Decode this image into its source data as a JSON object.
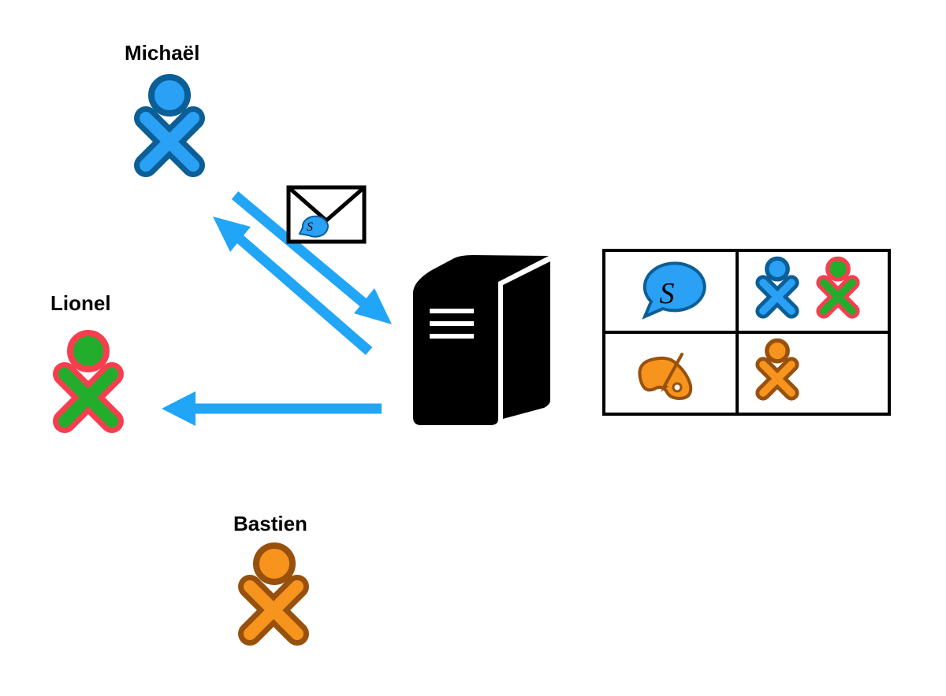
{
  "users": [
    {
      "id": "michael",
      "name": "Michaël",
      "stroke": "#0b5e96",
      "fill": "#2aa1f5"
    },
    {
      "id": "lionel",
      "name": "Lionel",
      "stroke": "#f53f4f",
      "fill": "#23ad2c"
    },
    {
      "id": "bastien",
      "name": "Bastien",
      "stroke": "#98510d",
      "fill": "#f7941e"
    }
  ],
  "icons": {
    "message": "envelope-icon",
    "server": "server-icon",
    "chat": "chat-bubble-icon",
    "paint": "paint-palette-icon",
    "buddy": "xo-buddy-icon"
  },
  "colors": {
    "arrow": "#21a5f6",
    "server": "#000000",
    "table_border": "#000000"
  },
  "table": {
    "rows": [
      {
        "activity": "chat-bubble-icon",
        "members": [
          "michael",
          "lionel"
        ]
      },
      {
        "activity": "paint-palette-icon",
        "members": [
          "bastien"
        ]
      }
    ]
  },
  "chat_glyph": "S"
}
